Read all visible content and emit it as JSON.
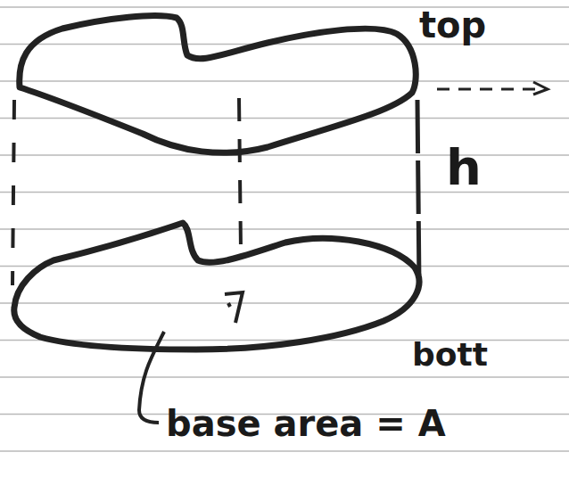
{
  "diagram": {
    "labels": [
      "top",
      "h",
      "bott",
      "base area = A"
    ]
  }
}
